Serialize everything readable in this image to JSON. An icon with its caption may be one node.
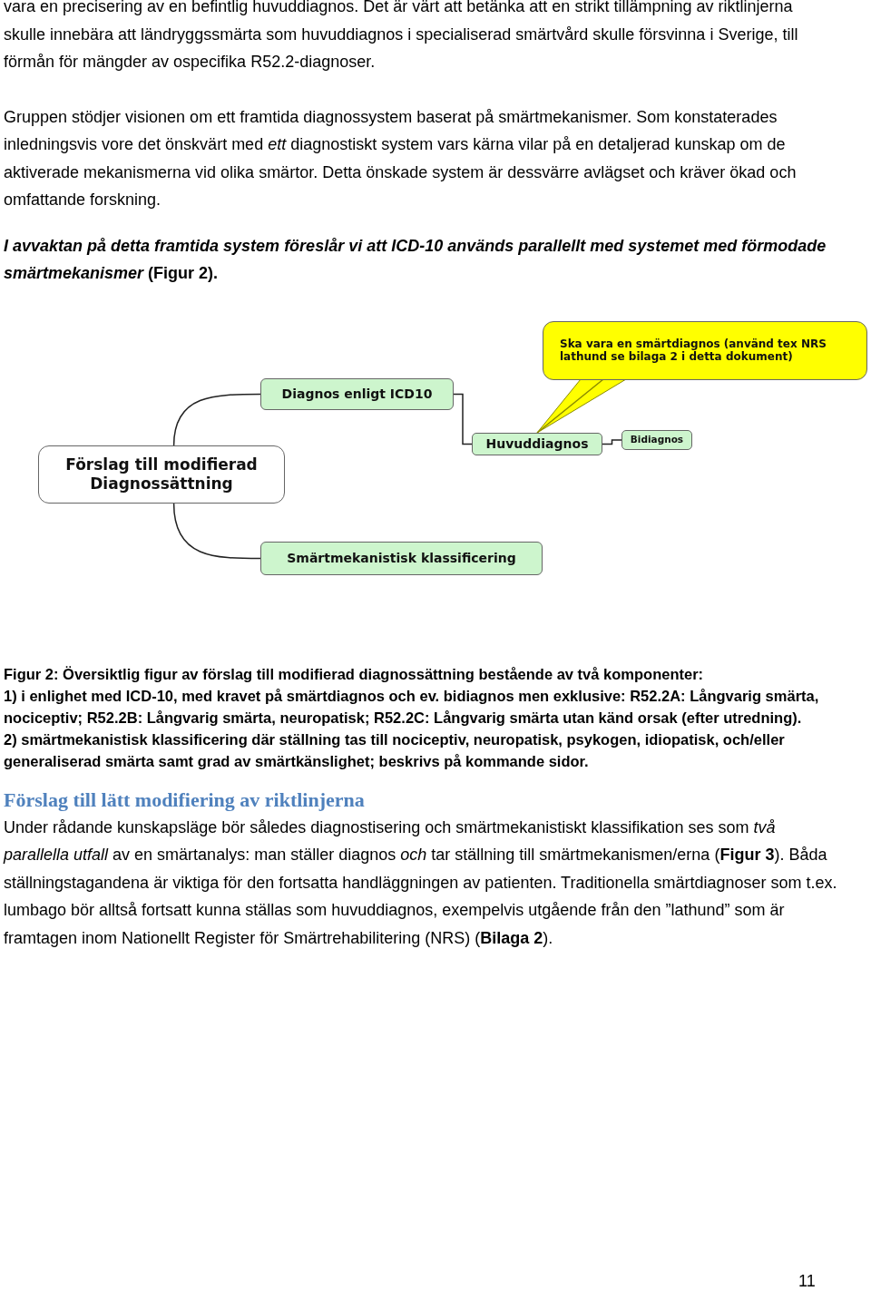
{
  "diagram": {
    "caption": "Figur 2: Översiktlig figur av förslag till modifierad diagnossättning bestående av två komponenter:",
    "nodes": [
      {
        "text": [
          "Förslag till modifierad Diagnossättning"
        ]
      },
      {
        "text": [
          "Diagnos enligt ICD10"
        ]
      },
      {
        "text": [
          "Ska vara en smärtdiagnos (använd tex NRS lathund se bilaga 2 i detta dokument)"
        ]
      },
      {
        "text": [
          "Huvuddiagnos"
        ]
      },
      {
        "text": [
          "Bidiagnos"
        ]
      },
      {
        "text": [
          "Smärtmekanistisk klassificering"
        ]
      }
    ],
    "edges": [
      {
        "from": 0,
        "to": 1,
        "arrow": "none"
      },
      {
        "from": 0,
        "to": 5,
        "arrow": "none"
      },
      {
        "from": 1,
        "to": 3,
        "arrow": "none"
      },
      {
        "from": 3,
        "to": 4,
        "arrow": "none"
      },
      {
        "from": 2,
        "to": 3,
        "arrow": "none",
        "color": "#8a8a00"
      }
    ],
    "labels": [
      "vara en precisering av en befintlig huvuddiagnos. Det är värt att betänka att en strikt tillämpning av riktlinjerna skulle innebära att ländryggssmärta som huvuddiagnos i specialiserad smärtvård skulle försvinna i Sverige, till förmån för mängder av ospecifika R52.2-diagnoser.",
      "Gruppen stödjer visionen om ett framtida diagnossystem baserat på smärtmekanismer. Som konstaterades inledningsvis vore det önskvärt med *ett* diagnostiskt system vars kärna vilar på en detaljerad kunskap om de aktiverade mekanismerna vid olika smärtor. Detta önskade system är dessvärre avlägset och kräver ökad och omfattande forskning.",
      "*I avvaktan på detta framtida system föreslår vi att ICD-10 används parallellt med systemet med förmodade smärtmekanismer* (Figur 2).",
      "1) i enlighet med ICD-10, med kravet på smärtdiagnos och ev. bidiagnos men exklusive: R52.2A: Långvarig smärta, nociceptiv; R52.2B: Långvarig smärta, neuropatisk; R52.2C: Långvarig smärta utan känd orsak (efter utredning).",
      "2) smärtmekanistisk klassificering där ställning tas till nociceptiv, neuropatisk, psykogen, idiopatisk, och/eller generaliserad smärta samt grad av smärtkänslighet; beskrivs på kommande sidor.",
      "Förslag till lätt modifiering av riktlinjerna",
      "Under rådande kunskapsläge bör således diagnostisering och smärtmekanistiskt klassifikation ses som *två parallella utfall* av en smärtanalys: man ställer diagnos *och* tar ställning till smärtmekanismen/erna (**Figur 3**). Båda ställningstagandena är viktiga för den fortsatta handläggningen av patienten. Traditionella smärtdiagnoser som t.ex. lumbago bör alltså fortsatt kunna ställas som huvuddiagnos, exempelvis utgående från den ”lathund” som är framtagen inom Nationellt Register för Smärtrehabilitering (NRS) (**Bilaga 2**).",
      "11"
    ]
  }
}
